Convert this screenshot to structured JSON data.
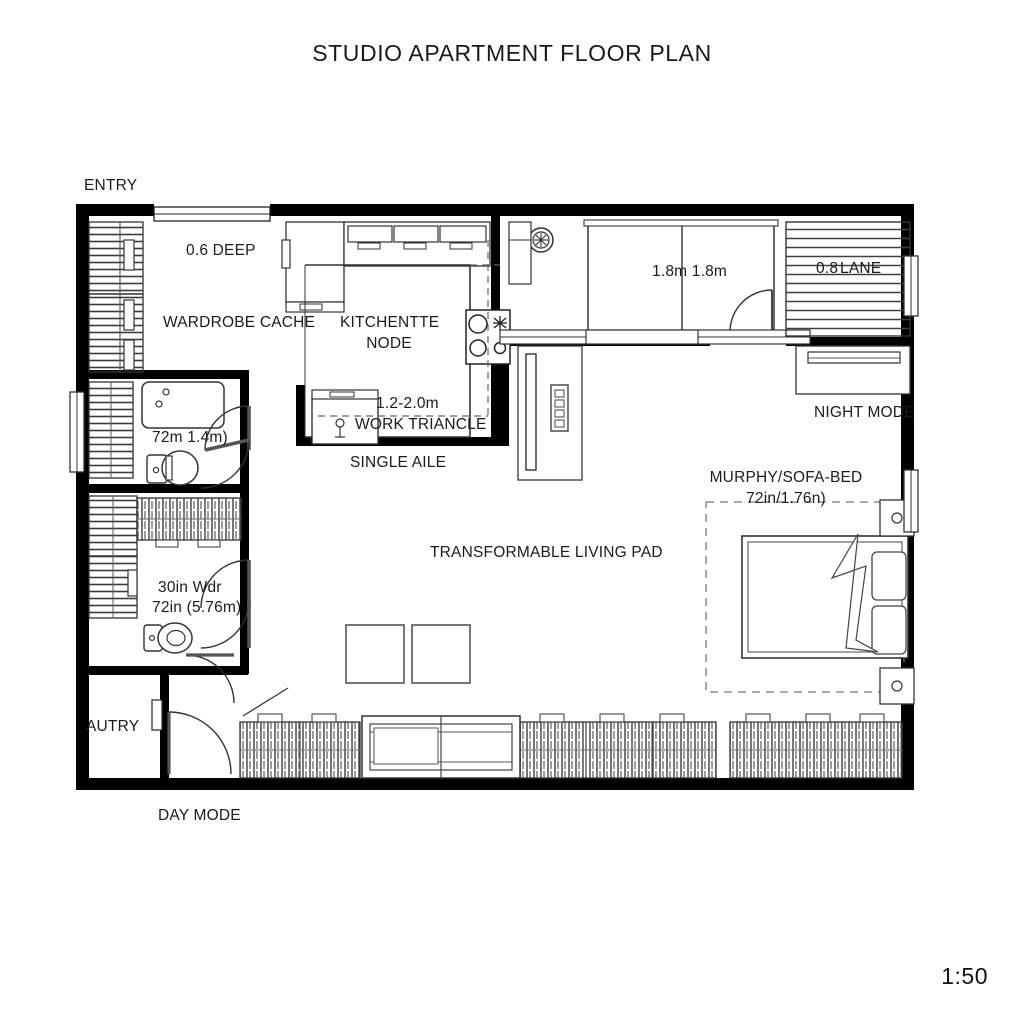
{
  "document": {
    "title": "STUDIO APARTMENT FLOOR PLAN",
    "scale": "1:50",
    "drawing_type": "architectural-floor-plan",
    "line_color": "#111111",
    "wall_fill": "#000000",
    "background": "#ffffff"
  },
  "annotations": {
    "entry": "ENTRY",
    "wardrobe_depth": "0.6 DEEP",
    "wardrobe": "WARDROBE CACHE",
    "kitchenette_line1": "KITCHENTTE",
    "kitchenette_line2": "NODE",
    "work_triangle_dim": "1.2-2.0m",
    "work_triangle": "WORK TRIANCLE",
    "single_aisle": "SINGLE AILE",
    "bath_dim": "72m 1.4m)",
    "utility_dim_line1": "30in   Wdr",
    "utility_dim_line2": "72in (5.76m)",
    "pantry": "AUTRY",
    "bed_span": "1.8m 1.8m",
    "lane_depth": "0.8",
    "lane_label": "LANE",
    "night_mode": "NIGHT MODE",
    "murphy_line1": "MURPHY/SOFA-BED",
    "murphy_line2": "72in/1.76n)",
    "living_pad": "TRANSFORMABLE LIVING PAD",
    "day_mode": "DAY MODE"
  },
  "rooms": [
    {
      "name": "wardrobe-cache",
      "label": "WARDROBE CACHE"
    },
    {
      "name": "kitchenette-node",
      "label": "KITCHENTTE NODE"
    },
    {
      "name": "bathroom",
      "label": "72m 1.4m)"
    },
    {
      "name": "utility-laundry",
      "label": "30in   Wdr"
    },
    {
      "name": "pantry",
      "label": "AUTRY"
    },
    {
      "name": "night-zone",
      "label": "NIGHT MODE"
    },
    {
      "name": "living-pad",
      "label": "TRANSFORMABLE LIVING PAD"
    },
    {
      "name": "murphy-bed-zone",
      "label": "MURPHY/SOFA-BED"
    }
  ]
}
